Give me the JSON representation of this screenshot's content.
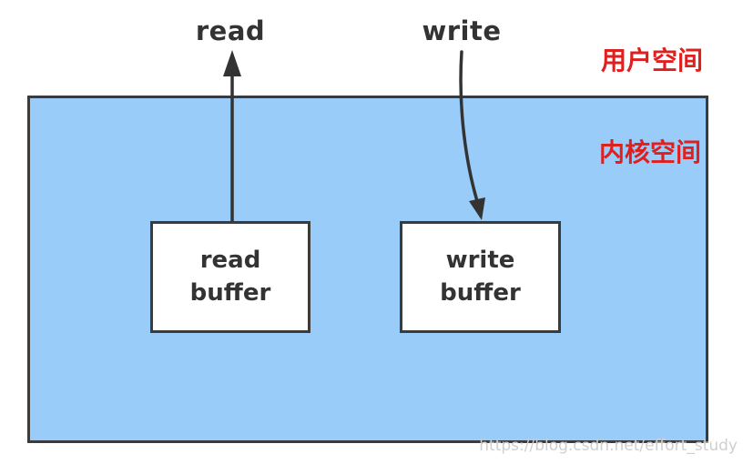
{
  "diagram": {
    "syscalls": {
      "read_label": "read",
      "write_label": "write"
    },
    "regions": {
      "user_space_label": "用户空间",
      "kernel_space_label": "内核空间"
    },
    "buffers": {
      "read_buffer_line1": "read",
      "read_buffer_line2": "buffer",
      "write_buffer_line1": "write",
      "write_buffer_line2": "buffer"
    },
    "arrows": [
      {
        "name": "read-arrow",
        "direction": "up",
        "from": "read buffer",
        "to": "user space (read syscall)"
      },
      {
        "name": "write-arrow",
        "direction": "down",
        "from": "user space (write syscall)",
        "to": "write buffer"
      }
    ]
  },
  "watermark": "https://blog.csdn.net/effort_study",
  "colors": {
    "accent_red": "#e01f1f",
    "kernel_fill": "#99ccf8",
    "border_dark": "#3b3b3b",
    "ink": "#333333",
    "watermark": "#cfcfcf"
  }
}
